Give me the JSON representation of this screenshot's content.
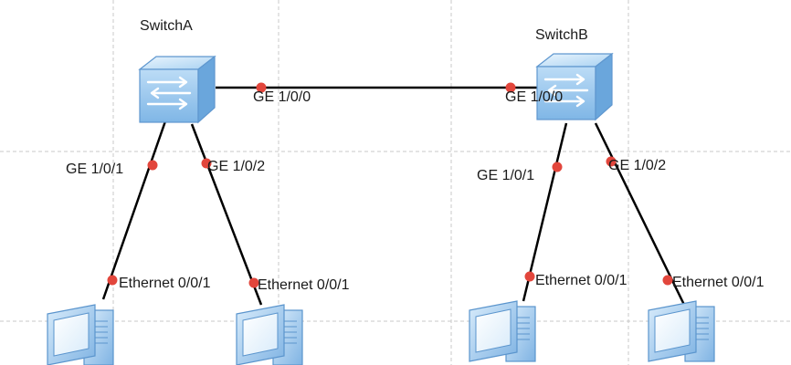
{
  "diagram": {
    "switches": [
      {
        "id": "A",
        "name": "SwitchA",
        "trunk_port": "GE 1/0/0",
        "access_ports": [
          "GE 1/0/1",
          "GE 1/0/2"
        ]
      },
      {
        "id": "B",
        "name": "SwitchB",
        "trunk_port": "GE 1/0/0",
        "access_ports": [
          "GE 1/0/1",
          "GE 1/0/2"
        ]
      }
    ],
    "hosts": [
      {
        "id": "pc1",
        "port": "Ethernet 0/0/1",
        "switch": "A"
      },
      {
        "id": "pc2",
        "port": "Ethernet 0/0/1",
        "switch": "A"
      },
      {
        "id": "pc3",
        "port": "Ethernet 0/0/1",
        "switch": "B"
      },
      {
        "id": "pc4",
        "port": "Ethernet 0/0/1",
        "switch": "B"
      }
    ],
    "colors": {
      "link": "#000000",
      "port_dot": "#e2463c",
      "grid": "#c8c8c8",
      "device_light": "#cfe6f8",
      "device_mid": "#8cc0ec",
      "device_dark": "#4f8fcf",
      "screen": "#ffffff"
    },
    "icons": {
      "switch": "switch-icon",
      "host": "pc-icon"
    }
  }
}
